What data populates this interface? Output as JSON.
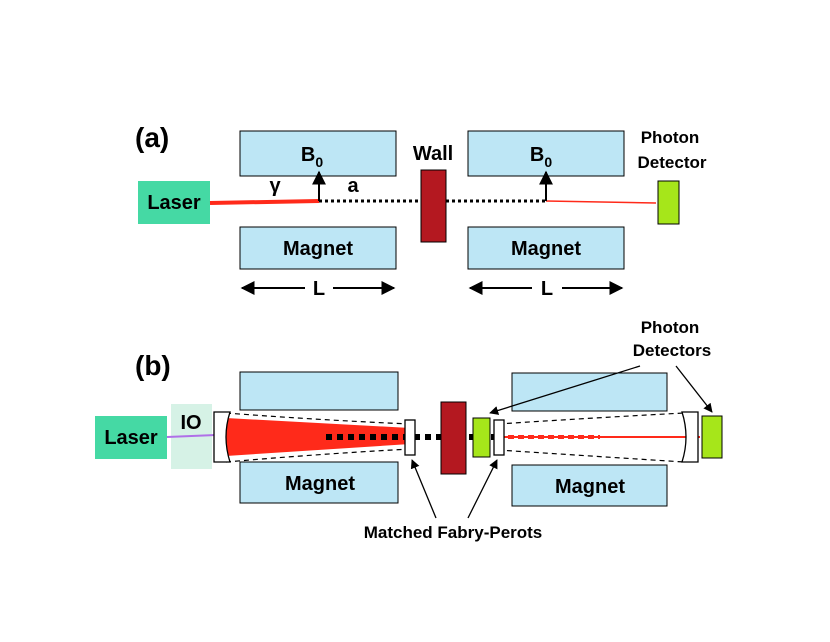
{
  "colors": {
    "magnet_fill": "#bde6f5",
    "laser_fill": "#45d9a4",
    "io_fill": "#d6f2e6",
    "wall_fill": "#b41820",
    "detector_fill": "#a6e61a",
    "beam": "#ff2a1a",
    "io_fiber": "#b070e8"
  },
  "panel_a": {
    "label": "(a)",
    "laser": "Laser",
    "gamma": "γ",
    "axion": "a",
    "field_left": "B",
    "field_left_sub": "0",
    "field_right": "B",
    "field_right_sub": "0",
    "magnet_left": "Magnet",
    "magnet_right": "Magnet",
    "wall": "Wall",
    "detector_line1": "Photon",
    "detector_line2": "Detector",
    "length_left": "L",
    "length_right": "L"
  },
  "panel_b": {
    "label": "(b)",
    "laser": "Laser",
    "io": "IO",
    "magnet_left": "Magnet",
    "magnet_right": "Magnet",
    "detectors_line1": "Photon",
    "detectors_line2": "Detectors",
    "fabry_perot": "Matched Fabry-Perots"
  }
}
